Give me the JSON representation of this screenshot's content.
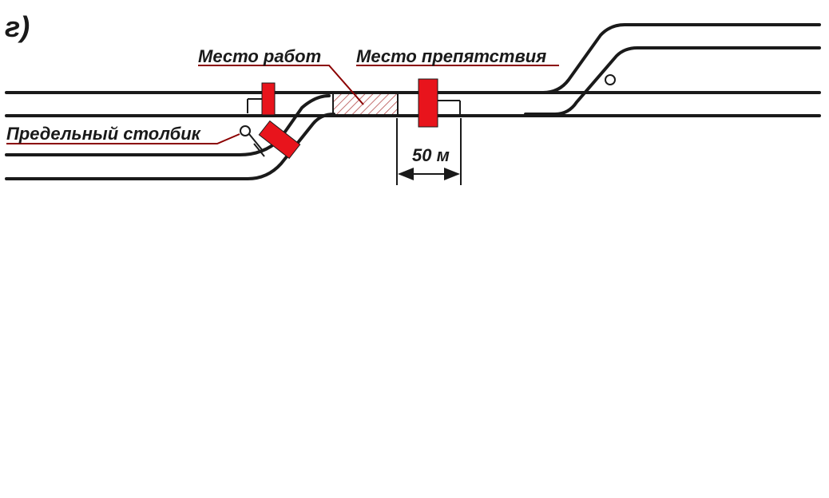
{
  "figure_label": "г)",
  "labels": {
    "work_site": "Место работ",
    "obstacle_site": "Место препятствия",
    "clearance_post": "Предельный столбик",
    "distance": "50 м"
  },
  "colors": {
    "track": "#1a1a1a",
    "signal": "#e8141c",
    "leader": "#8b0000",
    "hatch": "#b04040"
  },
  "icons": {
    "signal_shield": "red-rectangle",
    "clearance_post": "circle-outline"
  }
}
